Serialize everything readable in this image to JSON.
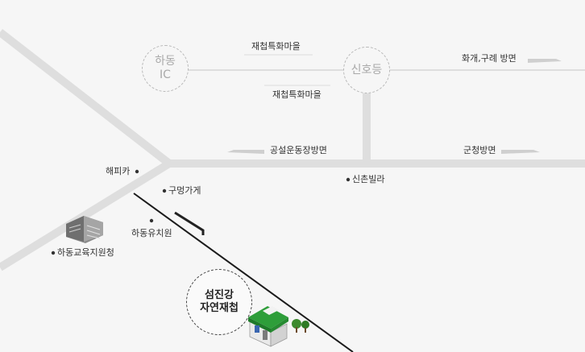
{
  "nodes": {
    "hadong_ic": {
      "line1": "하동",
      "line2": "IC"
    },
    "sinhodeung": "신호등",
    "destination": {
      "line1": "섬진강",
      "line2": "자연재첩"
    }
  },
  "labels": {
    "village_top": "재첩특화마을",
    "village_mid": "재첩특화마을",
    "hwagae": "화개,구례 방면",
    "stadium": "공설운동장방면",
    "county_office": "군청방면",
    "happyka": "해피카",
    "sinchon_villa": "신촌빌라",
    "gumeong_store": "구멍가게",
    "kindergarten": "하동유치원",
    "education_office": "하동교육지원청"
  },
  "colors": {
    "road": "#dedede",
    "route": "#1b1b1b",
    "arrow": "#cccccc",
    "shop_roof": "#2e9e3a"
  }
}
